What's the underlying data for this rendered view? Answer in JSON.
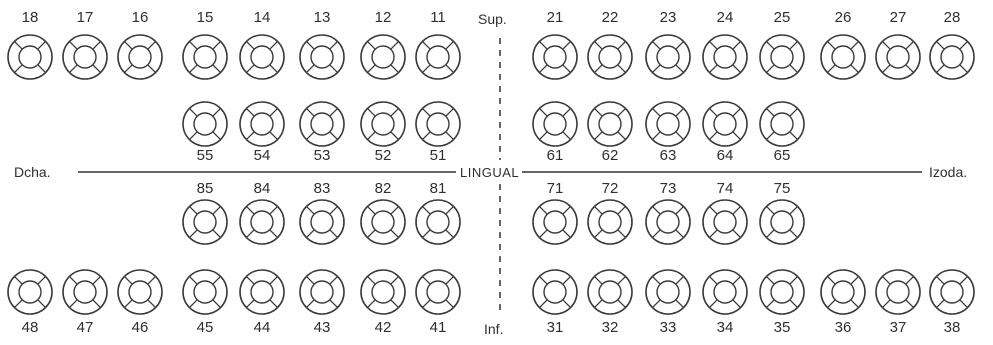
{
  "labels": {
    "superior": "Sup.",
    "inferior": "Inf.",
    "right": "Dcha.",
    "left": "Izoda.",
    "lingual": "LINGUAL"
  },
  "teeth": {
    "upper_permanent_right": [
      "18",
      "17",
      "16",
      "15",
      "14",
      "13",
      "12",
      "11"
    ],
    "upper_permanent_left": [
      "21",
      "22",
      "23",
      "24",
      "25",
      "26",
      "27",
      "28"
    ],
    "upper_primary_right": [
      "55",
      "54",
      "53",
      "52",
      "51"
    ],
    "upper_primary_left": [
      "61",
      "62",
      "63",
      "64",
      "65"
    ],
    "lower_primary_right": [
      "85",
      "84",
      "83",
      "82",
      "81"
    ],
    "lower_primary_left": [
      "71",
      "72",
      "73",
      "74",
      "75"
    ],
    "lower_permanent_right": [
      "48",
      "47",
      "46",
      "45",
      "44",
      "43",
      "42",
      "41"
    ],
    "lower_permanent_left": [
      "31",
      "32",
      "33",
      "34",
      "35",
      "36",
      "37",
      "38"
    ]
  }
}
